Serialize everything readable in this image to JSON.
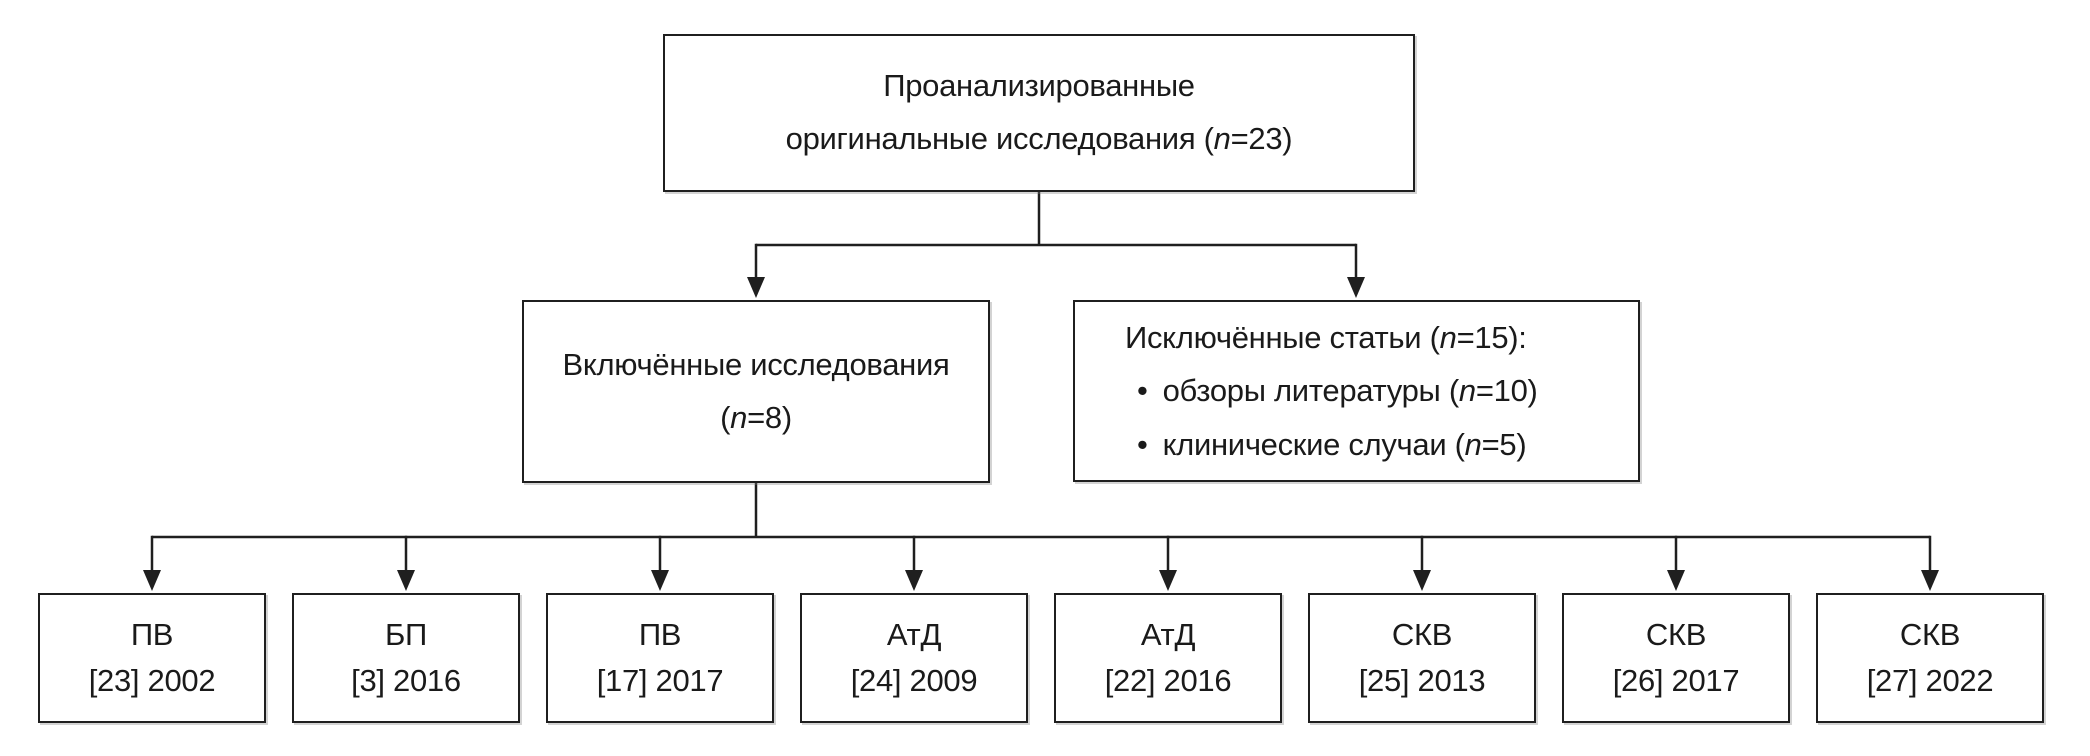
{
  "diagram": {
    "root": {
      "line1": "Проанализированные",
      "line2_segments": [
        {
          "t": "оригинальные исследования ("
        },
        {
          "t": "n",
          "i": true
        },
        {
          "t": "=23)"
        }
      ]
    },
    "included": {
      "line1": "Включённые исследования",
      "line2_segments": [
        {
          "t": "("
        },
        {
          "t": "n",
          "i": true
        },
        {
          "t": "=8)"
        }
      ]
    },
    "excluded": {
      "title_segments": [
        {
          "t": "Исключённые статьи ("
        },
        {
          "t": "n",
          "i": true
        },
        {
          "t": "=15):"
        }
      ],
      "bullets": [
        {
          "marker": "•",
          "segments": [
            {
              "t": "обзоры литературы ("
            },
            {
              "t": "n",
              "i": true
            },
            {
              "t": "=10)"
            }
          ]
        },
        {
          "marker": "•",
          "segments": [
            {
              "t": "клинические случаи ("
            },
            {
              "t": "n",
              "i": true
            },
            {
              "t": "=5)"
            }
          ]
        }
      ]
    },
    "studies": [
      {
        "abbr": "ПВ",
        "ref": "[23] 2002"
      },
      {
        "abbr": "БП",
        "ref": "[3] 2016"
      },
      {
        "abbr": "ПВ",
        "ref": "[17] 2017"
      },
      {
        "abbr": "АтД",
        "ref": "[24] 2009"
      },
      {
        "abbr": "АтД",
        "ref": "[22] 2016"
      },
      {
        "abbr": "СКВ",
        "ref": "[25] 2013"
      },
      {
        "abbr": "СКВ",
        "ref": "[26] 2017"
      },
      {
        "abbr": "СКВ",
        "ref": "[27] 2022"
      }
    ],
    "colors": {
      "line": "#1f1f1f",
      "box_border": "#1f1f1f",
      "text": "#1a1a1a",
      "background": "#ffffff"
    }
  }
}
